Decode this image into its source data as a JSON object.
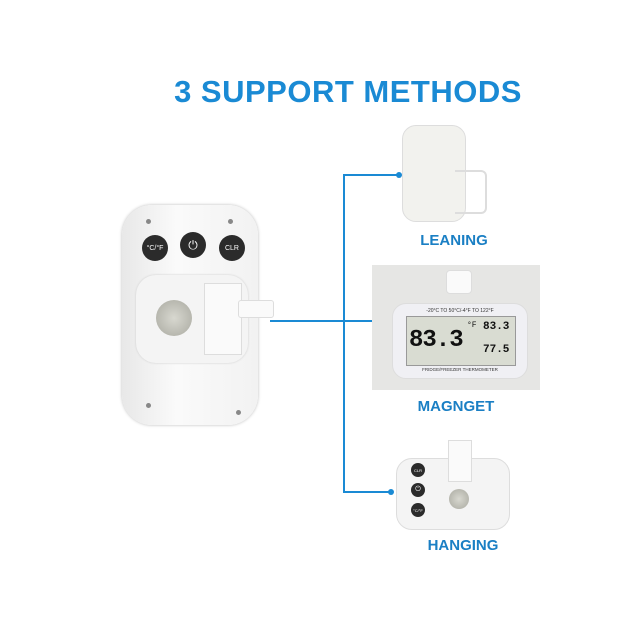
{
  "title": "3 SUPPORT METHODS",
  "main_device": {
    "buttons": [
      "°C/°F",
      "power",
      "CLR"
    ]
  },
  "methods": [
    {
      "label": "LEANING"
    },
    {
      "label": "MAGNGET",
      "display": {
        "range": "-20°C TO 50°C/-4°F TO 122°F",
        "current": "83.3",
        "unit": "°F",
        "max": "83.3",
        "min": "77.5",
        "caption": "FRIDGE/FREEZER THERMOMETER"
      }
    },
    {
      "label": "HANGING",
      "buttons": [
        "CLR",
        "power",
        "°C/°F"
      ]
    }
  ],
  "colors": {
    "accent": "#1a8ad4"
  }
}
